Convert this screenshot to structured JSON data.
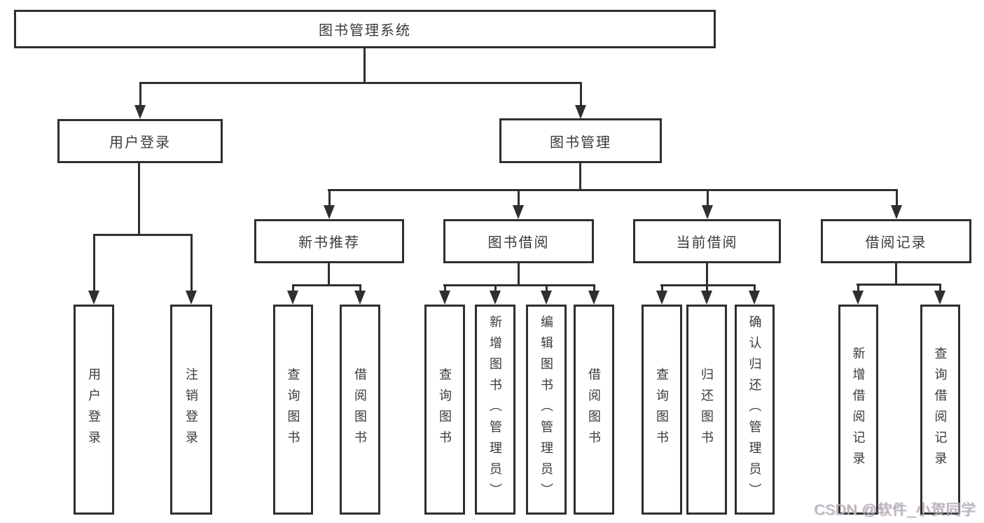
{
  "diagram": {
    "type": "tree",
    "title": "图书管理系统",
    "colors": {
      "line": "#2f2f2f",
      "text": "#3a3a3a",
      "background": "#ffffff"
    },
    "nodes": {
      "root": {
        "label": "图书管理系统"
      },
      "level2": [
        {
          "label": "用户登录"
        },
        {
          "label": "图书管理"
        }
      ],
      "level3": [
        {
          "label": "新书推荐",
          "parent": "图书管理"
        },
        {
          "label": "图书借阅",
          "parent": "图书管理"
        },
        {
          "label": "当前借阅",
          "parent": "图书管理"
        },
        {
          "label": "借阅记录",
          "parent": "图书管理"
        }
      ],
      "leaves": [
        {
          "label": "用户登录",
          "parent": "用户登录"
        },
        {
          "label": "注销登录",
          "parent": "用户登录"
        },
        {
          "label": "查询图书",
          "parent": "新书推荐"
        },
        {
          "label": "借阅图书",
          "parent": "新书推荐"
        },
        {
          "label": "查询图书",
          "parent": "图书借阅"
        },
        {
          "label": "新增图书（管理员）",
          "parent": "图书借阅"
        },
        {
          "label": "编辑图书（管理员）",
          "parent": "图书借阅"
        },
        {
          "label": "借阅图书",
          "parent": "图书借阅"
        },
        {
          "label": "查询图书",
          "parent": "当前借阅"
        },
        {
          "label": "归还图书",
          "parent": "当前借阅"
        },
        {
          "label": "确认归还（管理员）",
          "parent": "当前借阅"
        },
        {
          "label": "新增借阅记录",
          "parent": "借阅记录"
        },
        {
          "label": "查询借阅记录",
          "parent": "借阅记录"
        }
      ]
    },
    "watermark": "CSDN @软件_小贺同学"
  }
}
